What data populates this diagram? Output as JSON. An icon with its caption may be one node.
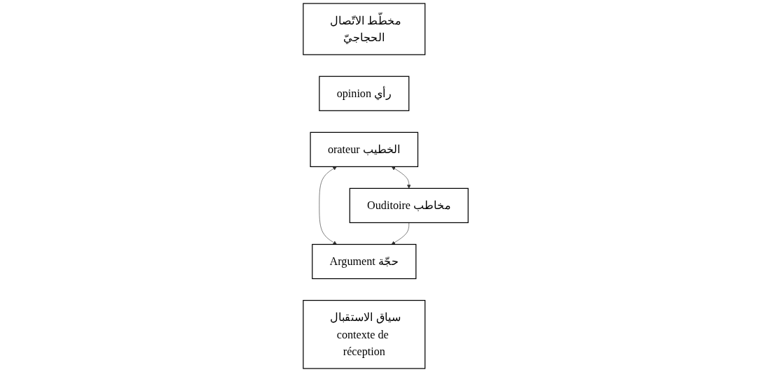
{
  "diagram": {
    "nodes": [
      {
        "text": [
          "مخطّط الاتّصال الحجاجيّ"
        ]
      },
      {
        "text": [
          "رأي opinion"
        ]
      },
      {
        "text": [
          "الخطيب orateur"
        ]
      },
      {
        "text": [
          "حجّة Argument"
        ]
      },
      {
        "text": [
          "مخاطب Ouditoire"
        ]
      },
      {
        "text": [
          "سياق الاستقبال contexte de réception"
        ]
      }
    ],
    "edges": [
      {
        "from": 2,
        "to": 3,
        "arrow": "both"
      },
      {
        "from": 2,
        "to": 4,
        "arrow": "both"
      },
      {
        "from": 4,
        "to": 3,
        "arrow": "to"
      }
    ]
  }
}
